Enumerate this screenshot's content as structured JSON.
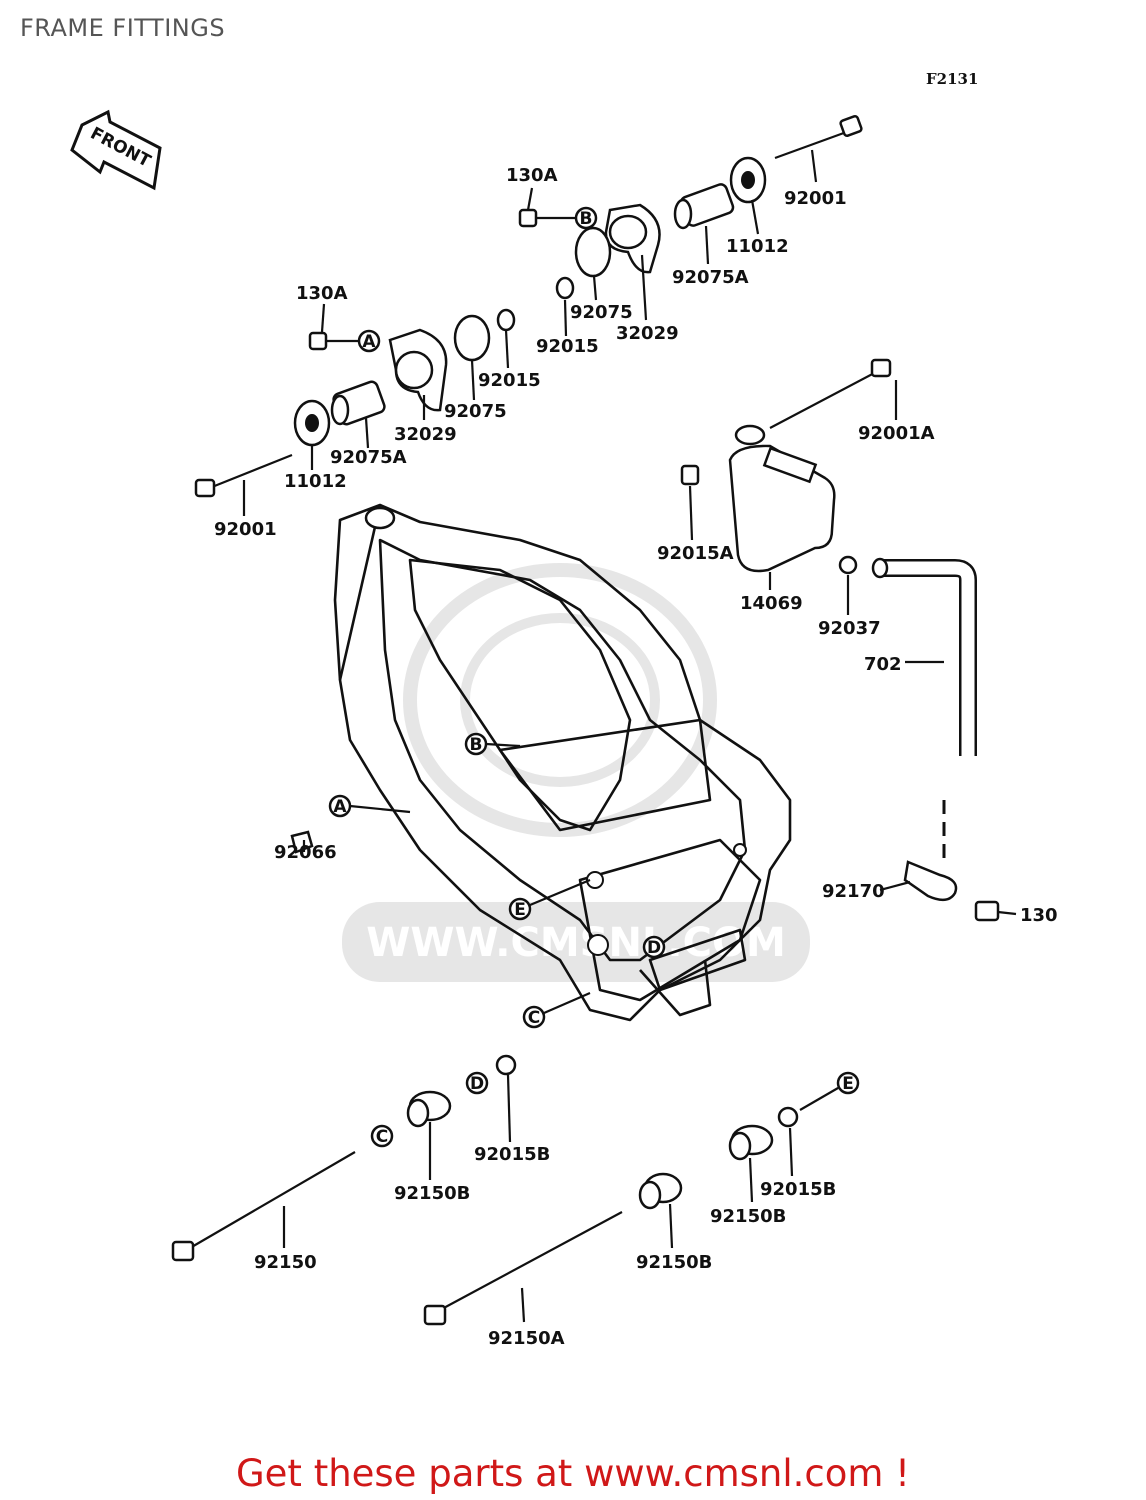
{
  "header": {
    "title": "FRAME FITTINGS",
    "diagram_code": "F2131"
  },
  "arrow_label": "FRONT",
  "parts": {
    "p130a_top": "130A",
    "p130a_left": "130A",
    "p92001_top": "92001",
    "p92001_left": "92001",
    "p11012_top": "11012",
    "p11012_left": "11012",
    "p92075a_top": "92075A",
    "p92075a_left": "92075A",
    "p92075_top": "92075",
    "p92075_left": "92075",
    "p32029_top": "32029",
    "p32029_left": "32029",
    "p92015_top": "92015",
    "p92015_left": "92015",
    "p92001a": "92001A",
    "p92015a": "92015A",
    "p14069": "14069",
    "p92037": "92037",
    "p702": "702",
    "p92066": "92066",
    "p92170": "92170",
    "p130": "130",
    "p92015b_left": "92015B",
    "p92015b_right": "92015B",
    "p92150b_left": "92150B",
    "p92150b_right": "92150B",
    "p92150b_mid": "92150B",
    "p92150": "92150",
    "p92150a": "92150A"
  },
  "callouts": {
    "a": "A",
    "b": "B",
    "c": "C",
    "d": "D",
    "e": "E"
  },
  "watermark": "WWW.CMSNL.COM",
  "footer": {
    "prefix": "Get these parts at ",
    "link": "www.cmsnl.com",
    "suffix": " !"
  },
  "colors": {
    "promo": "#d01818",
    "title": "#555555",
    "ink": "#111111",
    "watermark": "#e6e6e6"
  }
}
